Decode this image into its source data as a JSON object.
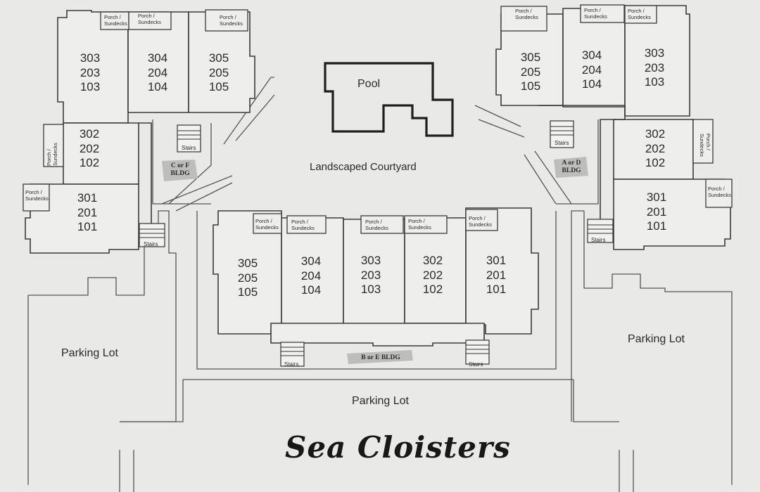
{
  "title": "Sea Cloisters",
  "amenities": {
    "pool": "Pool",
    "courtyard": "Landscaped Courtyard"
  },
  "parking": {
    "left": "Parking Lot",
    "center": "Parking Lot",
    "right": "Parking Lot"
  },
  "labels": {
    "stairs": "Stairs",
    "porch_line1": "Porch /",
    "porch_line2": "Sundecks",
    "porch_rot_line1": "Porch /",
    "porch_rot_line2": "Sundecks",
    "porch_left_rot": "Porch / Sundecks"
  },
  "buildings": {
    "left": {
      "tag_line1": "C or F",
      "tag_line2": "BLDG",
      "units": [
        {
          "lines": [
            "303",
            "203",
            "103"
          ]
        },
        {
          "lines": [
            "304",
            "204",
            "104"
          ]
        },
        {
          "lines": [
            "305",
            "205",
            "105"
          ]
        },
        {
          "lines": [
            "302",
            "202",
            "102"
          ]
        },
        {
          "lines": [
            "301",
            "201",
            "101"
          ]
        }
      ]
    },
    "right": {
      "tag_line1": "A or D",
      "tag_line2": "BLDG",
      "units": [
        {
          "lines": [
            "305",
            "205",
            "105"
          ]
        },
        {
          "lines": [
            "304",
            "204",
            "104"
          ]
        },
        {
          "lines": [
            "303",
            "203",
            "103"
          ]
        },
        {
          "lines": [
            "302",
            "202",
            "102"
          ]
        },
        {
          "lines": [
            "301",
            "201",
            "101"
          ]
        }
      ]
    },
    "center": {
      "tag": "B or E BLDG",
      "units": [
        {
          "lines": [
            "305",
            "205",
            "105"
          ]
        },
        {
          "lines": [
            "304",
            "204",
            "104"
          ]
        },
        {
          "lines": [
            "303",
            "203",
            "103"
          ]
        },
        {
          "lines": [
            "302",
            "202",
            "102"
          ]
        },
        {
          "lines": [
            "301",
            "201",
            "101"
          ]
        }
      ]
    }
  }
}
